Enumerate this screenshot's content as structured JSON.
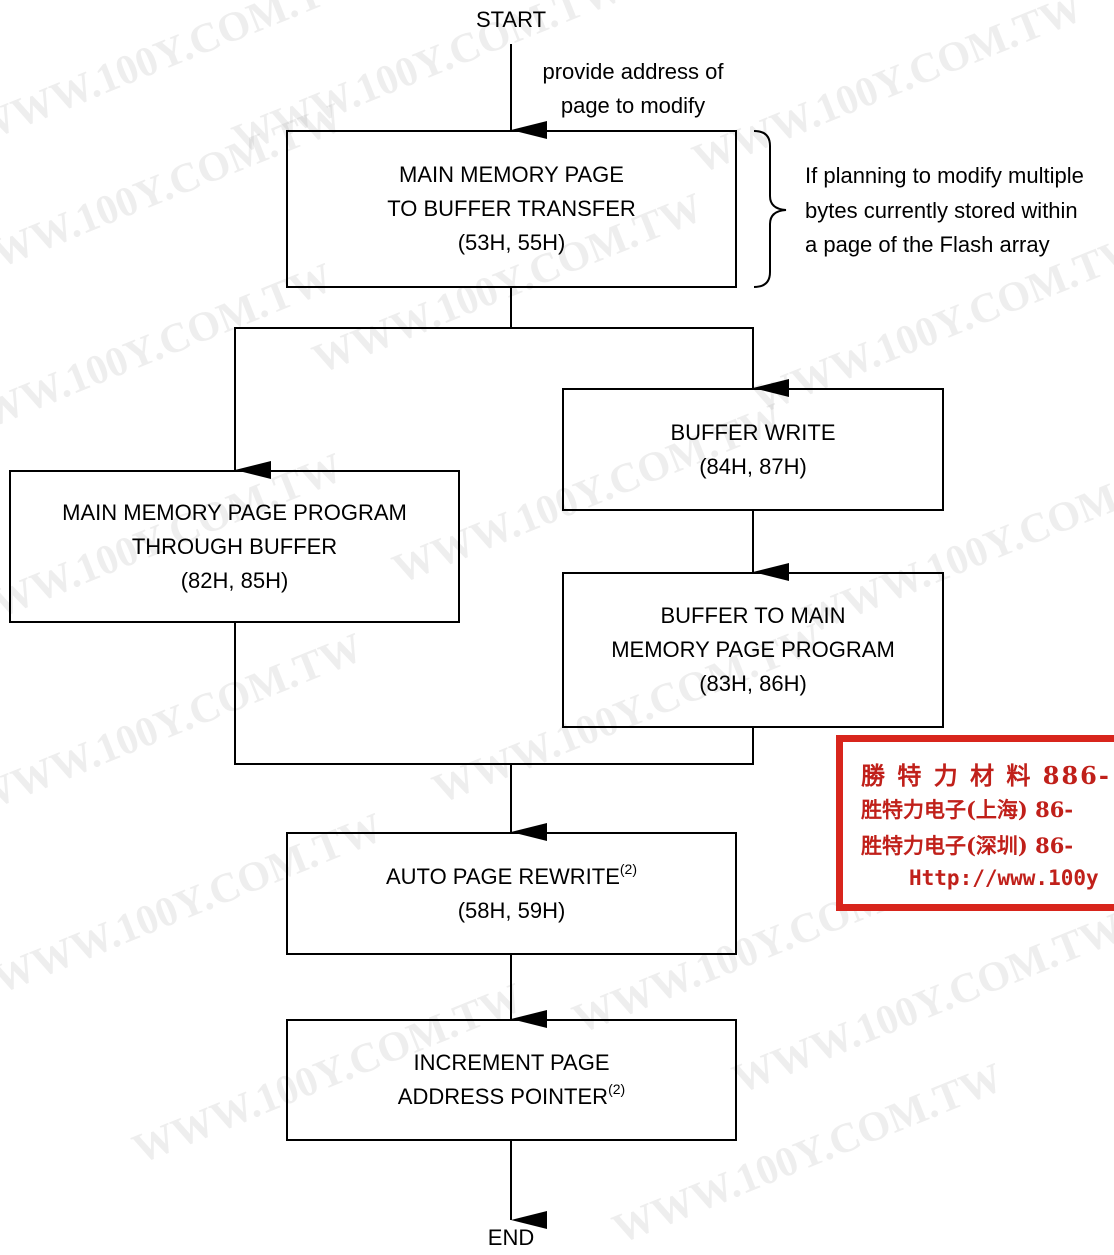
{
  "start_label": "START",
  "end_label": "END",
  "edge_label": [
    "provide address of",
    "page to modify"
  ],
  "brace_note": [
    "If planning to modify multiple",
    "bytes currently stored within",
    "a page of the Flash array"
  ],
  "boxes": {
    "transfer": {
      "lines": [
        "MAIN MEMORY PAGE",
        "TO BUFFER TRANSFER",
        "(53H, 55H)"
      ]
    },
    "program_through": {
      "lines": [
        "MAIN MEMORY PAGE PROGRAM",
        "THROUGH BUFFER",
        "(82H, 85H)"
      ]
    },
    "buffer_write": {
      "lines": [
        "BUFFER WRITE",
        "(84H, 87H)"
      ]
    },
    "buffer_to_main": {
      "lines": [
        "BUFFER TO MAIN",
        "MEMORY PAGE PROGRAM",
        "(83H, 86H)"
      ]
    },
    "auto_rewrite": {
      "line1": "AUTO PAGE REWRITE",
      "sup1": "(2)",
      "line2": "(58H, 59H)"
    },
    "increment": {
      "line1": "INCREMENT PAGE",
      "line2": "ADDRESS POINTER",
      "sup2": "(2)"
    }
  },
  "watermark": "WWW.100Y.COM.TW",
  "stamp": {
    "line1": "勝 特 力 材 料 886-",
    "line2": "胜特力电子(上海) 86-",
    "line3": "胜特力电子(深圳) 86-",
    "line4": "Http://www.100y"
  },
  "colors": {
    "stamp": "#d8251c",
    "line": "#000000"
  }
}
